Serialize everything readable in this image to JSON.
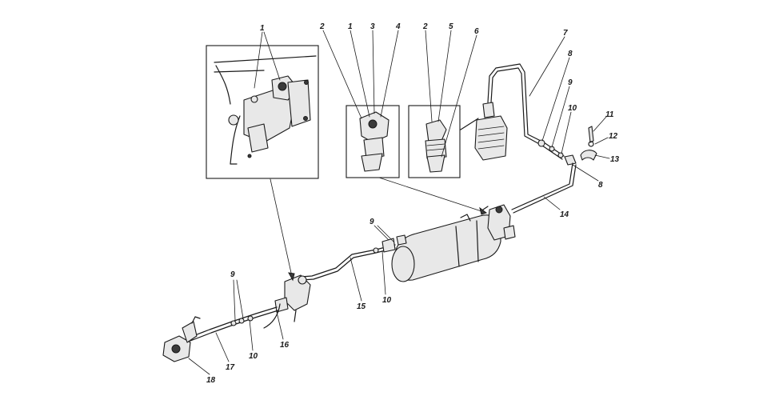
{
  "callouts": {
    "c1a": "1",
    "c2a": "2",
    "c1b": "1",
    "c3": "3",
    "c4": "4",
    "c2b": "2",
    "c5": "5",
    "c6": "6",
    "c7": "7",
    "c8a": "8",
    "c9a": "9",
    "c10a": "10",
    "c11": "11",
    "c12": "12",
    "c13": "13",
    "c8b": "8",
    "c14": "14",
    "c9b": "9",
    "c10b": "10",
    "c15": "15",
    "c9c": "9",
    "c16": "16",
    "c10c": "10",
    "c17": "17",
    "c18": "18"
  }
}
